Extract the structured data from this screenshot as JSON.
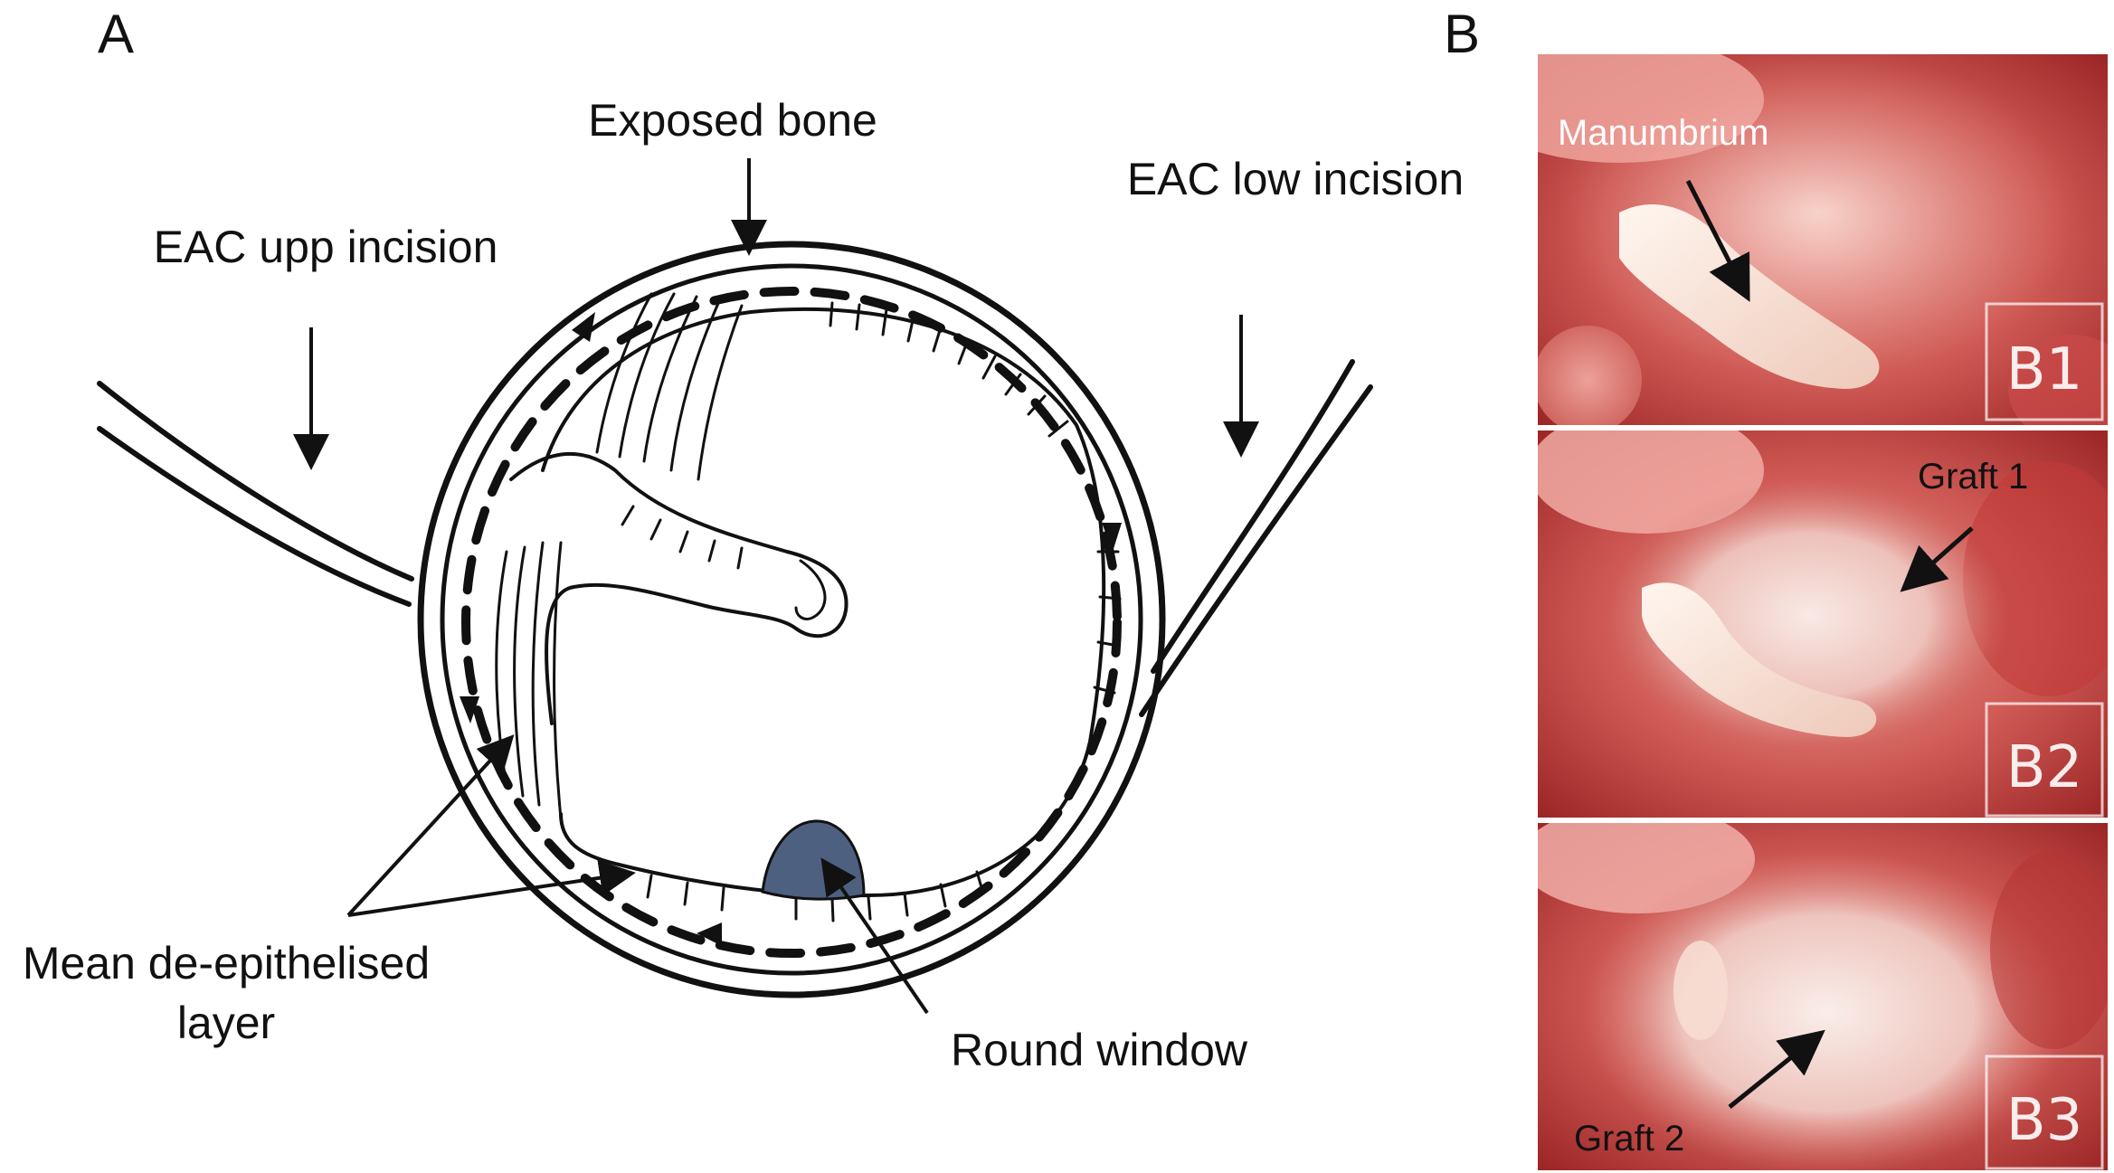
{
  "panel_a": {
    "letter": "A",
    "labels": {
      "exposed_bone": "Exposed bone",
      "eac_upp": "EAC upp incision",
      "eac_low": "EAC low incision",
      "mean_layer_line1": "Mean de-epithelised",
      "mean_layer_line2": "layer",
      "round_window": "Round window"
    },
    "colors": {
      "round_window": "#4e6080",
      "ink": "#111111"
    }
  },
  "panel_b": {
    "letter": "B",
    "photos": [
      {
        "badge": "B1",
        "annotation": "Manumbrium",
        "annotation_color": "#ffffff"
      },
      {
        "badge": "B2",
        "annotation": "Graft 1",
        "annotation_color": "#111111"
      },
      {
        "badge": "B3",
        "annotation": "Graft 2",
        "annotation_color": "#111111"
      }
    ],
    "colors": {
      "tissue_red": "#b8302f",
      "tissue_pink": "#e48a86",
      "bone_white": "#f6e6dc"
    }
  }
}
